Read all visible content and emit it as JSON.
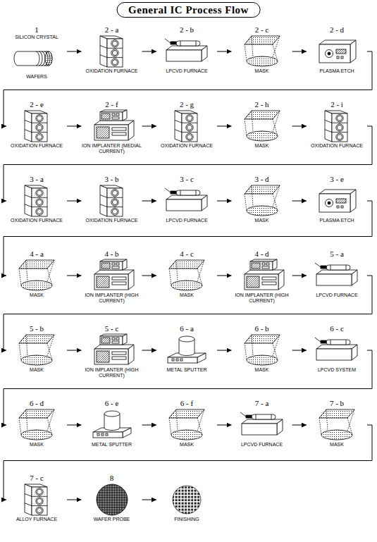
{
  "diagram": {
    "title": "General IC Process Flow",
    "nodes": [
      {
        "text": [
          "1",
          "SILICON CRYSTAL",
          "WAFERS"
        ]
      },
      {
        "text": [
          "2 - a",
          "OXIDATION FURNACE"
        ]
      },
      {
        "text": [
          "2 - b",
          "LPCVD FURNACE"
        ]
      },
      {
        "text": [
          "2 - c",
          "MASK"
        ]
      },
      {
        "text": [
          "2 - d",
          "PLASMA ETCH"
        ]
      },
      {
        "text": [
          "2 - e",
          "OXIDATION FURNACE"
        ]
      },
      {
        "text": [
          "2 - f",
          "ION IMPLANTER (MEDIAL CURRENT)"
        ]
      },
      {
        "text": [
          "2 - g",
          "OXIDATION FURNACE"
        ]
      },
      {
        "text": [
          "2 - h",
          "MASK"
        ]
      },
      {
        "text": [
          "2 - i",
          "OXIDATION FURNACE"
        ]
      },
      {
        "text": [
          "3 - a",
          "OXIDATION FURNACE"
        ]
      },
      {
        "text": [
          "3 - b",
          "OXIDATION FURNACE"
        ]
      },
      {
        "text": [
          "3 - c",
          "LPCVD FURNACE"
        ]
      },
      {
        "text": [
          "3 - d",
          "MASK"
        ]
      },
      {
        "text": [
          "3 - e",
          "PLASMA ETCH"
        ]
      },
      {
        "text": [
          "4 - a",
          "MASK"
        ]
      },
      {
        "text": [
          "4 - b",
          "ION IMPLANTER (HIGH CURRENT)"
        ]
      },
      {
        "text": [
          "4 - c",
          "MASK"
        ]
      },
      {
        "text": [
          "4 - d",
          "ION IMPLANTER (HIGH CURRENT)"
        ]
      },
      {
        "text": [
          "5 - a",
          "LPCVD FURNACE"
        ]
      },
      {
        "text": [
          "5 - b",
          "MASK"
        ]
      },
      {
        "text": [
          "5 - c",
          "ION IMPLANTER (HIGH CURRENT)"
        ]
      },
      {
        "text": [
          "6 - a",
          "METAL SPUTTER"
        ]
      },
      {
        "text": [
          "6 - b",
          "MASK"
        ]
      },
      {
        "text": [
          "6 - c",
          "LPCVD SYSTEM"
        ]
      },
      {
        "text": [
          "6 - d",
          "MASK"
        ]
      },
      {
        "text": [
          "6 - e",
          "METAL SPUTTER"
        ]
      },
      {
        "text": [
          "6 - f",
          "MASK"
        ]
      },
      {
        "text": [
          "7 - a",
          "LPCVD FURNACE"
        ]
      },
      {
        "text": [
          "7 - b",
          "MASK"
        ]
      },
      {
        "text": [
          "7 - c",
          "ALLOY FURNACE"
        ]
      },
      {
        "text": [
          "8",
          "WAFER PROBE"
        ]
      },
      {
        "text": [
          "FINISHING"
        ]
      }
    ],
    "edges": [
      {
        "from": 0,
        "to": 1,
        "arrow": "to"
      },
      {
        "from": 1,
        "to": 2,
        "arrow": "to"
      },
      {
        "from": 2,
        "to": 3,
        "arrow": "to"
      },
      {
        "from": 3,
        "to": 4,
        "arrow": "to"
      },
      {
        "from": 4,
        "to": 5,
        "arrow": "to"
      },
      {
        "from": 5,
        "to": 6,
        "arrow": "to"
      },
      {
        "from": 6,
        "to": 7,
        "arrow": "to"
      },
      {
        "from": 7,
        "to": 8,
        "arrow": "to"
      },
      {
        "from": 8,
        "to": 9,
        "arrow": "to"
      },
      {
        "from": 9,
        "to": 10,
        "arrow": "to"
      },
      {
        "from": 10,
        "to": 11,
        "arrow": "to"
      },
      {
        "from": 11,
        "to": 12,
        "arrow": "to"
      },
      {
        "from": 12,
        "to": 13,
        "arrow": "to"
      },
      {
        "from": 13,
        "to": 14,
        "arrow": "to"
      },
      {
        "from": 14,
        "to": 15,
        "arrow": "to"
      },
      {
        "from": 15,
        "to": 16,
        "arrow": "to"
      },
      {
        "from": 16,
        "to": 17,
        "arrow": "to"
      },
      {
        "from": 17,
        "to": 18,
        "arrow": "to"
      },
      {
        "from": 18,
        "to": 19,
        "arrow": "to"
      },
      {
        "from": 19,
        "to": 20,
        "arrow": "to"
      },
      {
        "from": 20,
        "to": 21,
        "arrow": "to"
      },
      {
        "from": 21,
        "to": 22,
        "arrow": "to"
      },
      {
        "from": 22,
        "to": 23,
        "arrow": "to"
      },
      {
        "from": 23,
        "to": 24,
        "arrow": "to"
      },
      {
        "from": 24,
        "to": 25,
        "arrow": "to"
      },
      {
        "from": 25,
        "to": 26,
        "arrow": "to"
      },
      {
        "from": 26,
        "to": 27,
        "arrow": "to"
      },
      {
        "from": 27,
        "to": 28,
        "arrow": "to"
      },
      {
        "from": 28,
        "to": 29,
        "arrow": "to"
      },
      {
        "from": 29,
        "to": 30,
        "arrow": "to"
      },
      {
        "from": 30,
        "to": 31,
        "arrow": "to"
      },
      {
        "from": 31,
        "to": 32,
        "arrow": "to"
      }
    ]
  }
}
